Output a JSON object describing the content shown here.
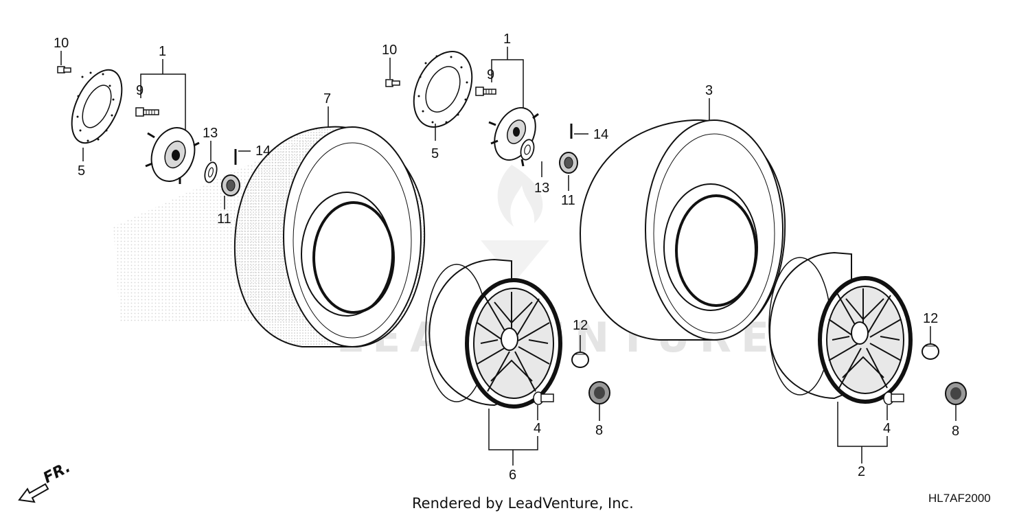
{
  "diagram": {
    "callouts": {
      "hub_left": "1",
      "hub_right": "1",
      "wheel_right": "2",
      "tire_right": "3",
      "valve_left": "4",
      "valve_right": "4",
      "disk_left": "5",
      "disk_right": "5",
      "wheel_left": "6",
      "tire_left": "7",
      "nut_left": "8",
      "nut_right": "8",
      "bolt9_left": "9",
      "bolt9_right": "9",
      "bolt10_left": "10",
      "bolt10_right": "10",
      "castle_left": "11",
      "castle_right": "11",
      "cap_left": "12",
      "cap_right": "12",
      "washer_left": "13",
      "washer_right": "13",
      "pin_left": "14",
      "pin_right": "14"
    },
    "direction_label": "FR.",
    "watermark_text": "LEADVENTURE",
    "footer": "Rendered by LeadVenture, Inc.",
    "diagram_code": "HL7AF2000"
  }
}
